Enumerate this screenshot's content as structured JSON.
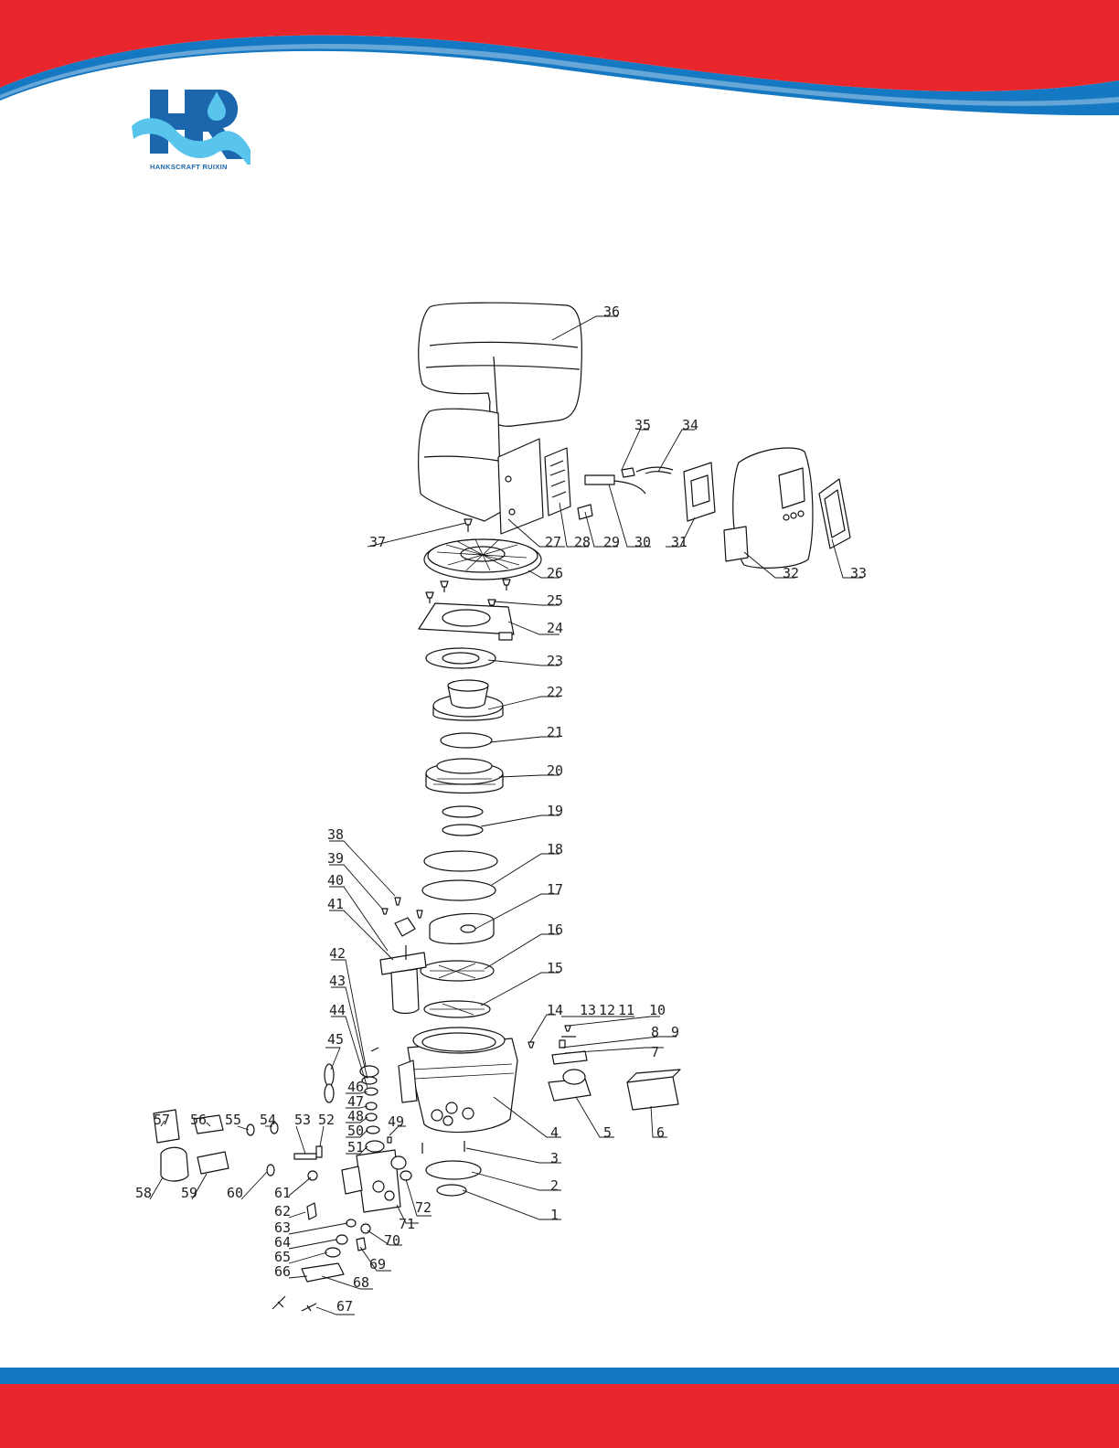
{
  "brand": {
    "name": "HANKSCRAFT RUIXIN",
    "logo_icon": "hr-droplet-logo",
    "colors": {
      "red": "#e8262c",
      "blue": "#1478c2",
      "light_blue": "#59c4ec"
    }
  },
  "diagram": {
    "type": "exploded-parts-view",
    "part_labels": [
      "1",
      "2",
      "3",
      "4",
      "5",
      "6",
      "7",
      "8",
      "9",
      "10",
      "11",
      "12",
      "13",
      "14",
      "15",
      "16",
      "17",
      "18",
      "19",
      "20",
      "21",
      "22",
      "23",
      "24",
      "25",
      "26",
      "27",
      "28",
      "29",
      "30",
      "31",
      "32",
      "33",
      "34",
      "35",
      "36",
      "37",
      "38",
      "39",
      "40",
      "41",
      "42",
      "43",
      "44",
      "45",
      "46",
      "47",
      "48",
      "49",
      "50",
      "51",
      "52",
      "53",
      "54",
      "55",
      "56",
      "57",
      "58",
      "59",
      "60",
      "61",
      "62",
      "63",
      "64",
      "65",
      "66",
      "67",
      "68",
      "69",
      "70",
      "71",
      "72"
    ]
  }
}
